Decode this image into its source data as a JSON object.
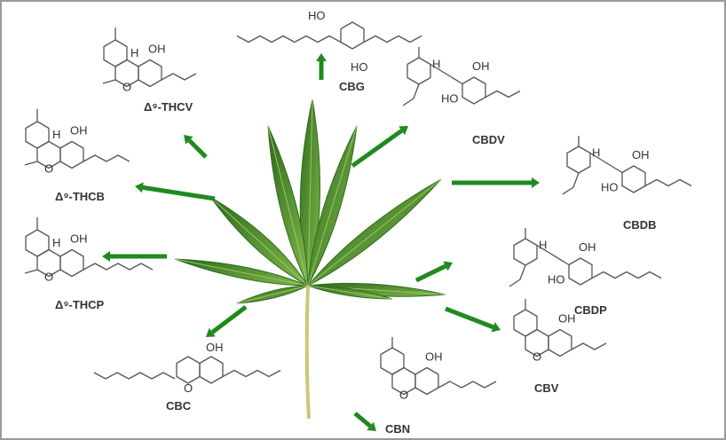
{
  "colors": {
    "arrow": "#1f8a1f",
    "leaf_dark": "#2e6b1c",
    "leaf_light": "#7fb84a",
    "stem": "#c9c87a",
    "bond": "#555555"
  },
  "atoms": {
    "oh": "OH",
    "ho": "HO",
    "h": "H",
    "o": "O"
  },
  "compounds": [
    {
      "id": "thcv",
      "label": "Δ⁹-THCV"
    },
    {
      "id": "cbg",
      "label": "CBG"
    },
    {
      "id": "cbdv",
      "label": "CBDV"
    },
    {
      "id": "thcb",
      "label": "Δ⁹-THCB"
    },
    {
      "id": "cbdb",
      "label": "CBDB"
    },
    {
      "id": "thcp",
      "label": "Δ⁹-THCP"
    },
    {
      "id": "cbdp",
      "label": "CBDP"
    },
    {
      "id": "cbc",
      "label": "CBC"
    },
    {
      "id": "cbn",
      "label": "CBN"
    },
    {
      "id": "cbv",
      "label": "CBV"
    }
  ]
}
